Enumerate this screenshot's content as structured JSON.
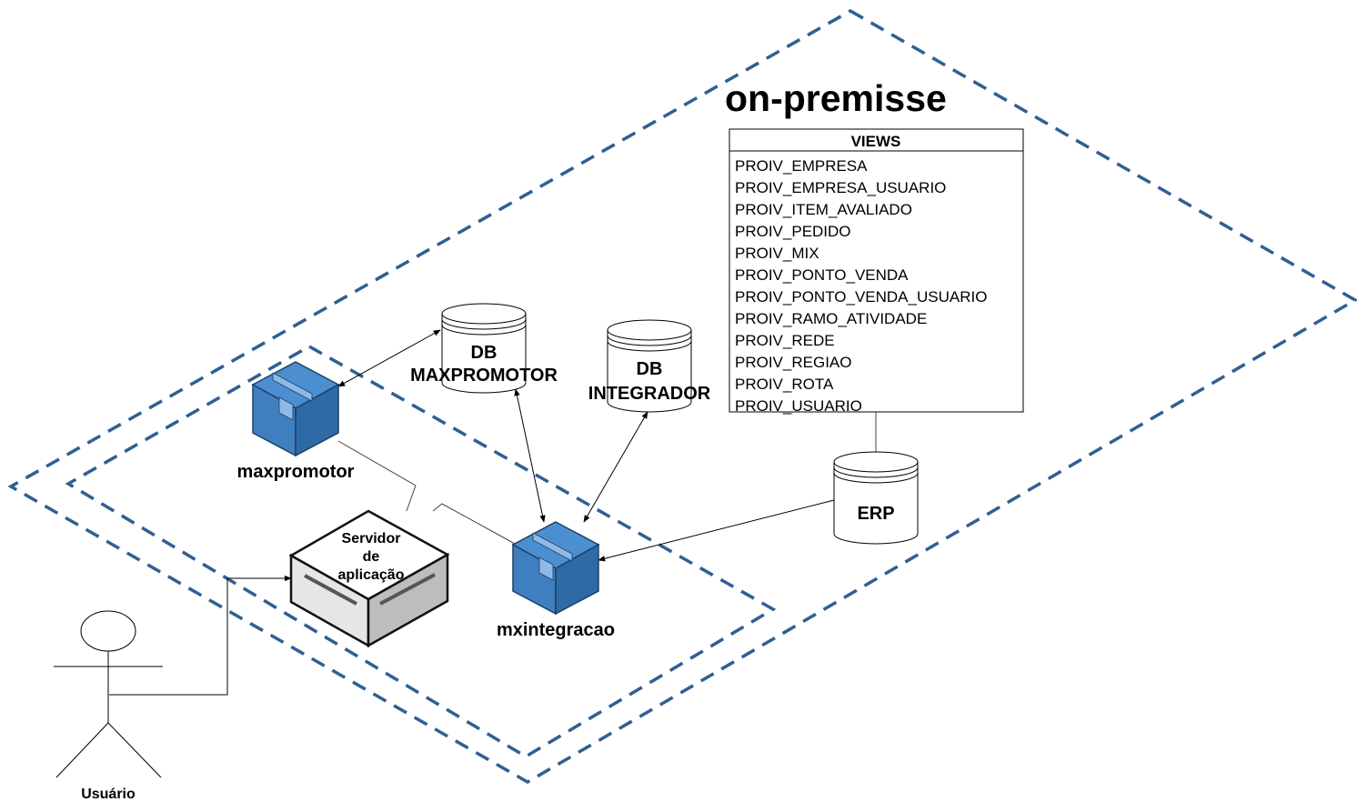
{
  "title": "on-premisse",
  "views_table": {
    "header": "VIEWS",
    "rows": [
      "PROIV_EMPRESA",
      "PROIV_EMPRESA_USUARIO",
      "PROIV_ITEM_AVALIADO",
      "PROIV_PEDIDO",
      "PROIV_MIX",
      "PROIV_PONTO_VENDA",
      "PROIV_PONTO_VENDA_USUARIO",
      "PROIV_RAMO_ATIVIDADE",
      "PROIV_REDE",
      "PROIV_REGIAO",
      "PROIV_ROTA",
      "PROIV_USUARIO"
    ]
  },
  "nodes": {
    "db_maxpromotor": {
      "line1": "DB",
      "line2": "MAXPROMOTOR"
    },
    "db_integrador": {
      "line1": "DB",
      "line2": "INTEGRADOR"
    },
    "erp": {
      "label": "ERP"
    },
    "maxpromotor": {
      "label": "maxpromotor"
    },
    "mxintegracao": {
      "label": "mxintegracao"
    },
    "servidor": {
      "line1": "Servidor",
      "line2": "de",
      "line3": "aplicação"
    },
    "usuario": {
      "label": "Usuário"
    }
  },
  "colors": {
    "dashed_boundary": "#2f5f94",
    "package_blue": "#3f7fc0",
    "package_dark": "#24507f",
    "server_light": "#e8e8e8"
  }
}
